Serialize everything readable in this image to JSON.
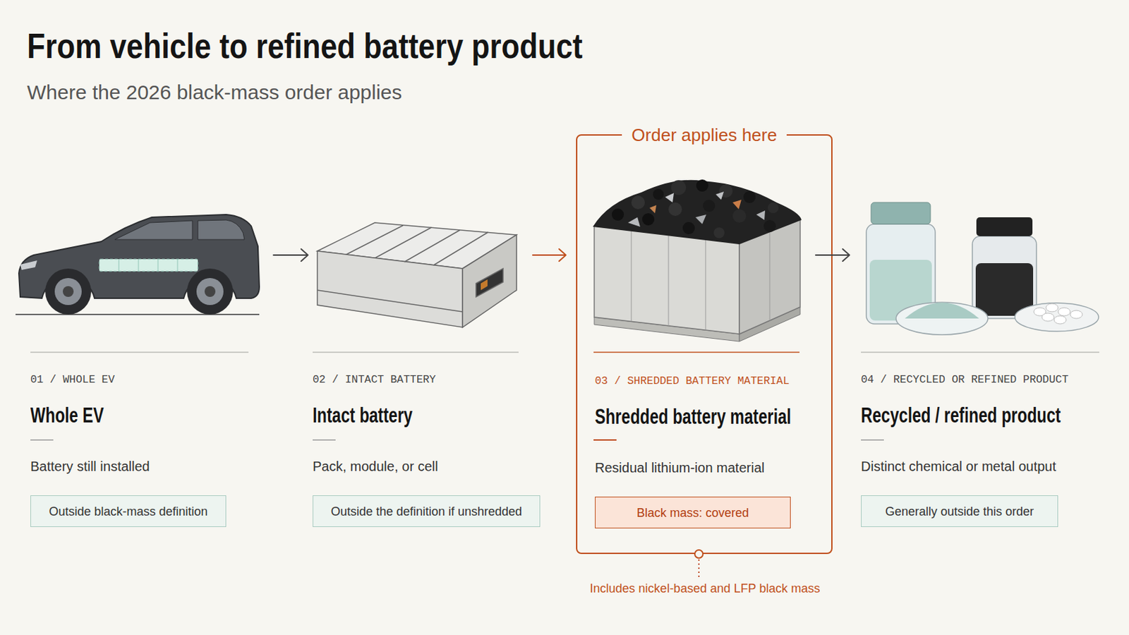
{
  "diagram": {
    "title": "From vehicle to refined battery product",
    "nodes": [
      {
        "text": [
          "01 / WHOLE EV",
          "Whole EV",
          "Battery still installed"
        ]
      },
      {
        "text": [
          "Outside black-mass definition"
        ],
        "in": 0
      },
      {
        "text": [
          "02 / INTACT BATTERY",
          "Intact battery",
          "Pack, module, or cell"
        ]
      },
      {
        "text": [
          "Outside the definition if unshredded"
        ],
        "in": 2
      },
      {
        "text": [
          "Order applies here"
        ]
      },
      {
        "text": [
          "03 / SHREDDED BATTERY MATERIAL",
          "Shredded battery material",
          "Residual lithium-ion material"
        ],
        "in": 4
      },
      {
        "text": [
          "Black mass: covered"
        ],
        "in": 5
      },
      {
        "text": [
          "04 / RECYCLED OR REFINED PRODUCT",
          "Recycled / refined product",
          "Distinct chemical or metal output"
        ]
      },
      {
        "text": [
          "Generally outside this order"
        ],
        "in": 7
      }
    ],
    "edges": [
      {
        "from": 0,
        "to": 2,
        "arrow": "to"
      },
      {
        "from": 2,
        "to": 4,
        "arrow": "to"
      },
      {
        "from": 4,
        "to": 7,
        "arrow": "to"
      }
    ],
    "labels": [
      "Where the 2026 black-mass order applies",
      "Includes nickel-based and LFP black mass"
    ]
  }
}
